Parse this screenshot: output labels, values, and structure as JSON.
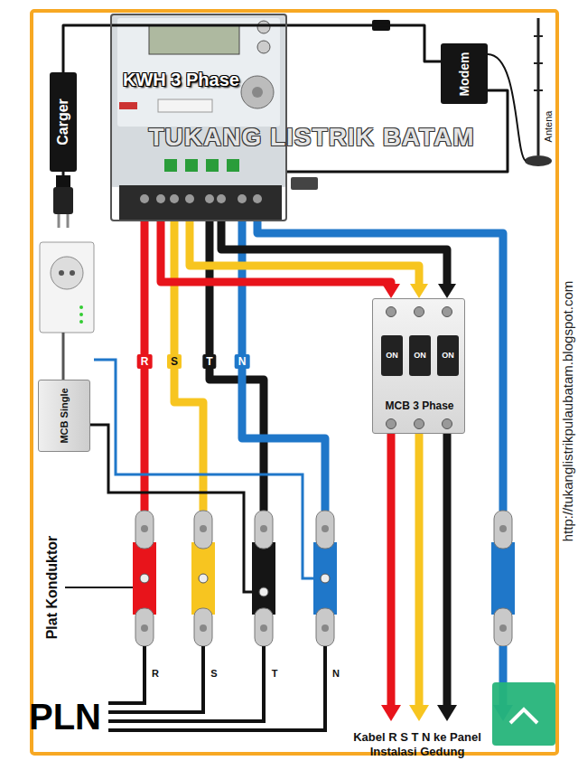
{
  "diagram": {
    "nodes": [
      {
        "text": [
          "KWH 3 Phase"
        ]
      },
      {
        "text": [
          "Modem"
        ]
      },
      {
        "text": [
          "Carger"
        ]
      },
      {
        "text": [
          "ON",
          "ON",
          "ON",
          "MCB 3 Phase"
        ]
      },
      {
        "text": [
          "MCB Single"
        ]
      }
    ],
    "edges": [
      {
        "from": 2,
        "to": 1,
        "arrow": "none"
      },
      {
        "from": 1,
        "to": 0,
        "arrow": "none"
      },
      {
        "from": 0,
        "to": 3,
        "arrow": "to"
      },
      {
        "from": 0,
        "to": 3,
        "arrow": "to"
      },
      {
        "from": 0,
        "to": 3,
        "arrow": "to"
      }
    ],
    "labels": [
      "TUKANG LISTRIK BATAM",
      "Antena",
      "R",
      "S",
      "T",
      "N",
      "http://tukanglistrikpulaubatam.blogspot.com",
      "Plat Konduktor",
      "PLN",
      "R",
      "S",
      "T",
      "N",
      "Kabel R S T N ke Panel Instalasi Gedung"
    ]
  }
}
